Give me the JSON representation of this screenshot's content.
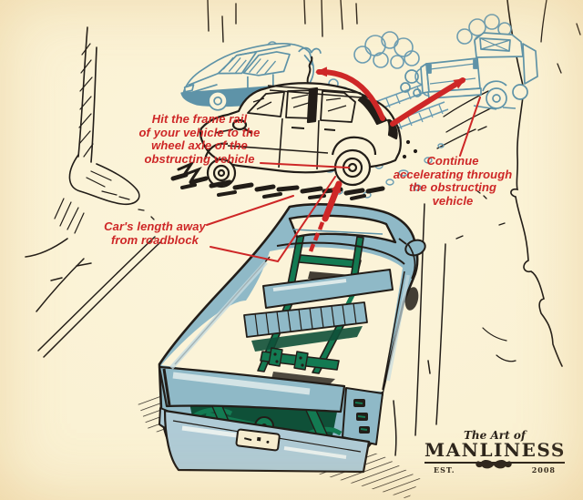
{
  "annotations": {
    "hit_frame_rail": "Hit the frame rail\nof your vehicle to the\nwheel axle of the\nobstructing vehicle",
    "cars_length": "Car's length away\nfrom roadblock",
    "continue_accelerating": "Continue\naccelerating through\nthe obstructing\nvehicle"
  },
  "logo": {
    "script": "The Art of",
    "name": "MANLINESS",
    "est_label": "EST.",
    "year": "2008",
    "mustache_icon": "mustache-icon"
  },
  "palette": {
    "background_cream": "#FAF1D2",
    "vignette_edge": "#EDD2A2",
    "ink_black": "#221D18",
    "line_blue": "#5E93A8",
    "dust_blue": "#6B9DB3",
    "truck_body_blue": "#8FB9C7",
    "bumper_light_blue": "#AFCBD6",
    "frame_green": "#137A52",
    "shadow_green": "#0F5038",
    "annotation_red": "#CE2727",
    "logo_brown_black": "#2B241C"
  }
}
